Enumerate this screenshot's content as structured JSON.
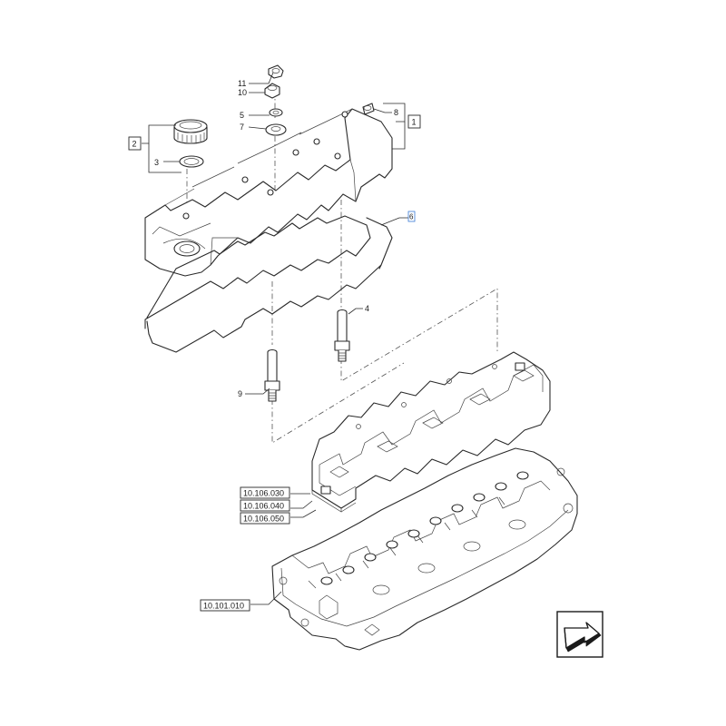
{
  "callouts": {
    "c1": "1",
    "c2": "2",
    "c3": "3",
    "c4": "4",
    "c5": "5",
    "c6": "6",
    "c7": "7",
    "c8": "8",
    "c9": "9",
    "c10": "10",
    "c11": "11"
  },
  "references": {
    "r1": "10.106.030",
    "r2": "10.106.040",
    "r3": "10.106.050",
    "r4": "10.101.010"
  },
  "nav": {
    "icon": "arrow-next-icon"
  },
  "colors": {
    "line": "#2a2a2a",
    "background": "#ffffff",
    "highlight": "#3a7bd5"
  }
}
